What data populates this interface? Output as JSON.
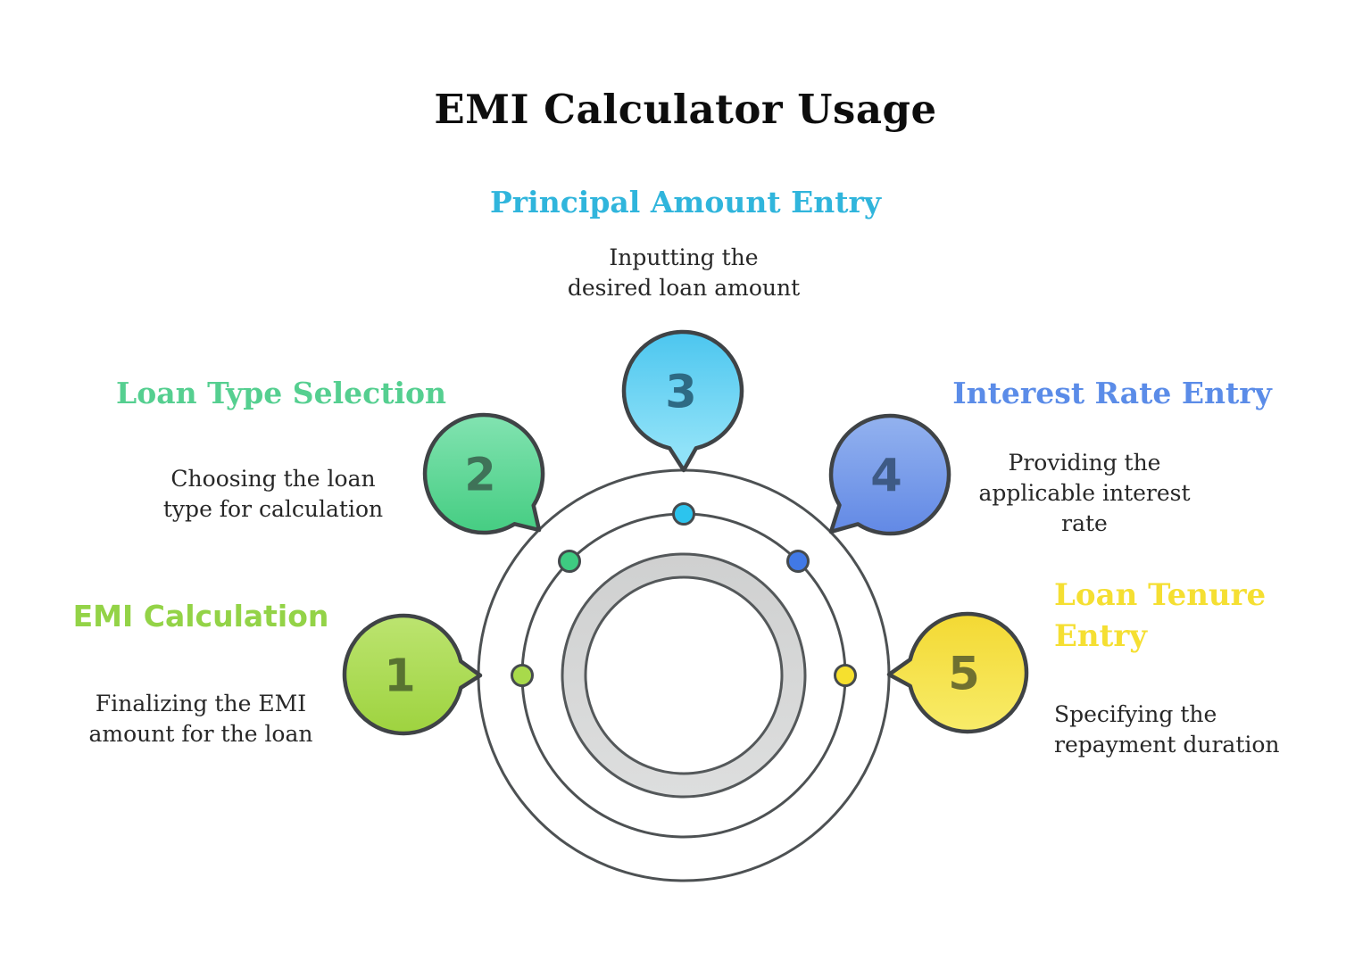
{
  "title": "EMI Calculator Usage",
  "diagram": {
    "style": "five-step speech-bubble orbit diagram",
    "ring_fill": "#d6d7d7",
    "outline_color": "#4a4e50"
  },
  "steps": [
    {
      "number": "1",
      "heading": "EMI Calculation",
      "description": "Finalizing the EMI\namount for the loan",
      "colors": {
        "bubble_light": "#bce470",
        "bubble_dark": "#9ed33f",
        "dot": "#a8da4b",
        "number": "#587331",
        "heading": "#93d347"
      }
    },
    {
      "number": "2",
      "heading": "Loan Type Selection",
      "description": "Choosing the loan\ntype for calculation",
      "colors": {
        "bubble_light": "#82e3b1",
        "bubble_dark": "#45cd82",
        "dot": "#3ecb81",
        "number": "#3f7258",
        "heading": "#55cf90"
      }
    },
    {
      "number": "3",
      "heading": "Principal Amount Entry",
      "description": "Inputting the\ndesired loan amount",
      "colors": {
        "bubble_light": "#4cc6ef",
        "bubble_dark": "#90e2f8",
        "dot": "#2cc4ee",
        "number": "#2e6a84",
        "heading": "#30b5dc"
      }
    },
    {
      "number": "4",
      "heading": "Interest Rate Entry",
      "description": "Providing the\napplicable interest\nrate",
      "colors": {
        "bubble_light": "#93b2ef",
        "bubble_dark": "#6289e5",
        "dot": "#4179e6",
        "number": "#3e5a85",
        "heading": "#5b8ce8"
      }
    },
    {
      "number": "5",
      "heading": "Loan Tenure Entry",
      "description": "Specifying the\nrepayment duration",
      "colors": {
        "bubble_light": "#f3d933",
        "bubble_dark": "#f8ec69",
        "dot": "#f6e02e",
        "number": "#6f7030",
        "heading": "#f5df32"
      }
    }
  ]
}
